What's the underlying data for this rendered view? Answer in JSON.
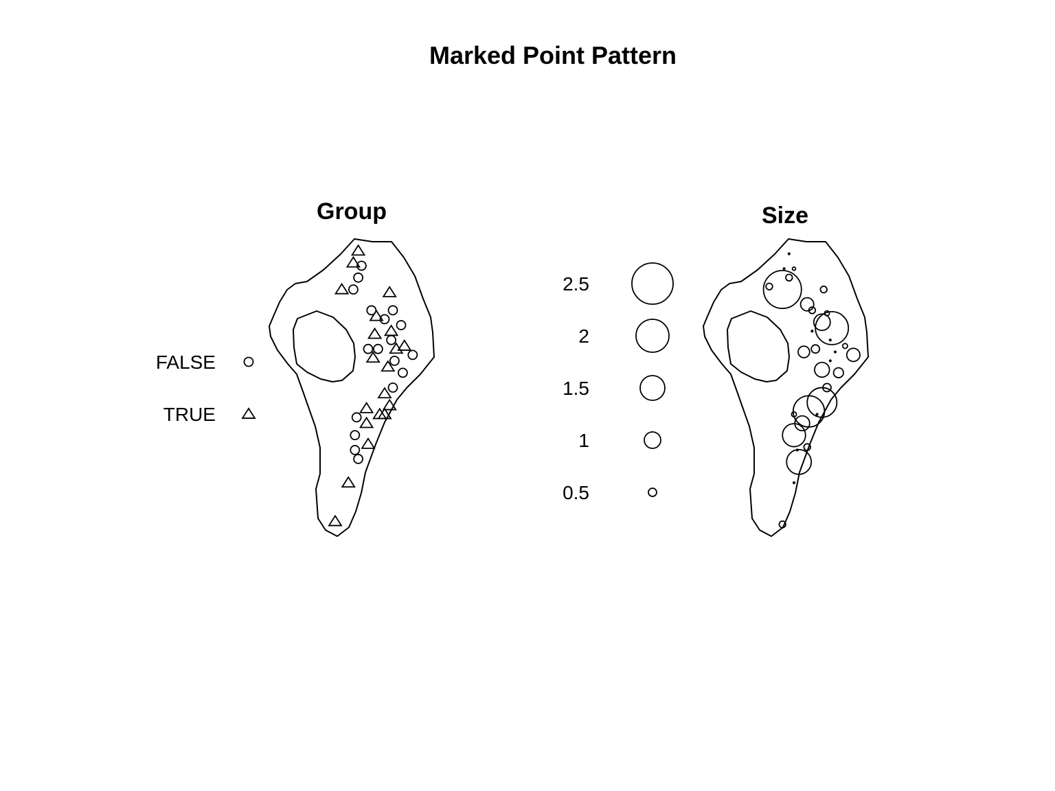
{
  "title": "Marked Point Pattern",
  "colors": {
    "stroke": "#000000",
    "background": "#ffffff"
  },
  "chart_data": [
    {
      "type": "scatter",
      "title": "Group",
      "legend": {
        "placement": "left",
        "entries": [
          {
            "label": "FALSE",
            "symbol": "circle"
          },
          {
            "label": "TRUE",
            "symbol": "triangle"
          }
        ]
      },
      "points": [
        {
          "x": 0.54,
          "y": 0.96,
          "mark": "TRUE"
        },
        {
          "x": 0.51,
          "y": 0.92,
          "mark": "TRUE"
        },
        {
          "x": 0.56,
          "y": 0.91,
          "mark": "FALSE"
        },
        {
          "x": 0.54,
          "y": 0.87,
          "mark": "FALSE"
        },
        {
          "x": 0.44,
          "y": 0.83,
          "mark": "TRUE"
        },
        {
          "x": 0.51,
          "y": 0.83,
          "mark": "FALSE"
        },
        {
          "x": 0.73,
          "y": 0.82,
          "mark": "TRUE"
        },
        {
          "x": 0.62,
          "y": 0.76,
          "mark": "FALSE"
        },
        {
          "x": 0.65,
          "y": 0.74,
          "mark": "TRUE"
        },
        {
          "x": 0.75,
          "y": 0.76,
          "mark": "FALSE"
        },
        {
          "x": 0.7,
          "y": 0.73,
          "mark": "FALSE"
        },
        {
          "x": 0.8,
          "y": 0.71,
          "mark": "FALSE"
        },
        {
          "x": 0.74,
          "y": 0.69,
          "mark": "TRUE"
        },
        {
          "x": 0.64,
          "y": 0.68,
          "mark": "TRUE"
        },
        {
          "x": 0.74,
          "y": 0.66,
          "mark": "FALSE"
        },
        {
          "x": 0.82,
          "y": 0.64,
          "mark": "TRUE"
        },
        {
          "x": 0.77,
          "y": 0.63,
          "mark": "TRUE"
        },
        {
          "x": 0.6,
          "y": 0.63,
          "mark": "FALSE"
        },
        {
          "x": 0.66,
          "y": 0.63,
          "mark": "FALSE"
        },
        {
          "x": 0.87,
          "y": 0.61,
          "mark": "FALSE"
        },
        {
          "x": 0.63,
          "y": 0.6,
          "mark": "TRUE"
        },
        {
          "x": 0.76,
          "y": 0.59,
          "mark": "FALSE"
        },
        {
          "x": 0.72,
          "y": 0.57,
          "mark": "TRUE"
        },
        {
          "x": 0.81,
          "y": 0.55,
          "mark": "FALSE"
        },
        {
          "x": 0.75,
          "y": 0.5,
          "mark": "FALSE"
        },
        {
          "x": 0.7,
          "y": 0.48,
          "mark": "TRUE"
        },
        {
          "x": 0.73,
          "y": 0.44,
          "mark": "TRUE"
        },
        {
          "x": 0.59,
          "y": 0.43,
          "mark": "TRUE"
        },
        {
          "x": 0.67,
          "y": 0.41,
          "mark": "TRUE"
        },
        {
          "x": 0.7,
          "y": 0.41,
          "mark": "TRUE"
        },
        {
          "x": 0.53,
          "y": 0.4,
          "mark": "FALSE"
        },
        {
          "x": 0.59,
          "y": 0.38,
          "mark": "TRUE"
        },
        {
          "x": 0.52,
          "y": 0.34,
          "mark": "FALSE"
        },
        {
          "x": 0.6,
          "y": 0.31,
          "mark": "TRUE"
        },
        {
          "x": 0.52,
          "y": 0.29,
          "mark": "FALSE"
        },
        {
          "x": 0.54,
          "y": 0.26,
          "mark": "FALSE"
        },
        {
          "x": 0.48,
          "y": 0.18,
          "mark": "TRUE"
        },
        {
          "x": 0.4,
          "y": 0.05,
          "mark": "TRUE"
        }
      ]
    },
    {
      "type": "scatter",
      "title": "Size",
      "legend": {
        "placement": "left",
        "entries": [
          {
            "label": "2.5",
            "value": 2.5
          },
          {
            "label": "2",
            "value": 2.0
          },
          {
            "label": "1.5",
            "value": 1.5
          },
          {
            "label": "1",
            "value": 1.0
          },
          {
            "label": "0.5",
            "value": 0.5
          }
        ]
      },
      "points": [
        {
          "x": 0.52,
          "y": 0.95,
          "size": 0.1
        },
        {
          "x": 0.49,
          "y": 0.9,
          "size": 0.1
        },
        {
          "x": 0.55,
          "y": 0.9,
          "size": 0.2
        },
        {
          "x": 0.52,
          "y": 0.87,
          "size": 0.4
        },
        {
          "x": 0.48,
          "y": 0.83,
          "size": 2.3
        },
        {
          "x": 0.4,
          "y": 0.84,
          "size": 0.4
        },
        {
          "x": 0.73,
          "y": 0.83,
          "size": 0.4
        },
        {
          "x": 0.63,
          "y": 0.78,
          "size": 0.8
        },
        {
          "x": 0.66,
          "y": 0.76,
          "size": 0.4
        },
        {
          "x": 0.75,
          "y": 0.75,
          "size": 0.3
        },
        {
          "x": 0.72,
          "y": 0.72,
          "size": 1.0
        },
        {
          "x": 0.78,
          "y": 0.7,
          "size": 2.0
        },
        {
          "x": 0.66,
          "y": 0.69,
          "size": 0.1
        },
        {
          "x": 0.77,
          "y": 0.66,
          "size": 0.05
        },
        {
          "x": 0.86,
          "y": 0.64,
          "size": 0.3
        },
        {
          "x": 0.61,
          "y": 0.62,
          "size": 0.7
        },
        {
          "x": 0.68,
          "y": 0.63,
          "size": 0.5
        },
        {
          "x": 0.8,
          "y": 0.62,
          "size": 0.1
        },
        {
          "x": 0.91,
          "y": 0.61,
          "size": 0.8
        },
        {
          "x": 0.77,
          "y": 0.59,
          "size": 0.1
        },
        {
          "x": 0.72,
          "y": 0.56,
          "size": 0.9
        },
        {
          "x": 0.82,
          "y": 0.55,
          "size": 0.6
        },
        {
          "x": 0.75,
          "y": 0.5,
          "size": 0.5
        },
        {
          "x": 0.72,
          "y": 0.45,
          "size": 1.8
        },
        {
          "x": 0.64,
          "y": 0.42,
          "size": 1.9
        },
        {
          "x": 0.55,
          "y": 0.41,
          "size": 0.3
        },
        {
          "x": 0.6,
          "y": 0.38,
          "size": 0.9
        },
        {
          "x": 0.69,
          "y": 0.41,
          "size": 0.1
        },
        {
          "x": 0.55,
          "y": 0.34,
          "size": 1.4
        },
        {
          "x": 0.63,
          "y": 0.3,
          "size": 0.4
        },
        {
          "x": 0.57,
          "y": 0.29,
          "size": 0.05
        },
        {
          "x": 0.58,
          "y": 0.25,
          "size": 1.5
        },
        {
          "x": 0.55,
          "y": 0.18,
          "size": 0.05
        },
        {
          "x": 0.48,
          "y": 0.04,
          "size": 0.4
        }
      ]
    }
  ]
}
